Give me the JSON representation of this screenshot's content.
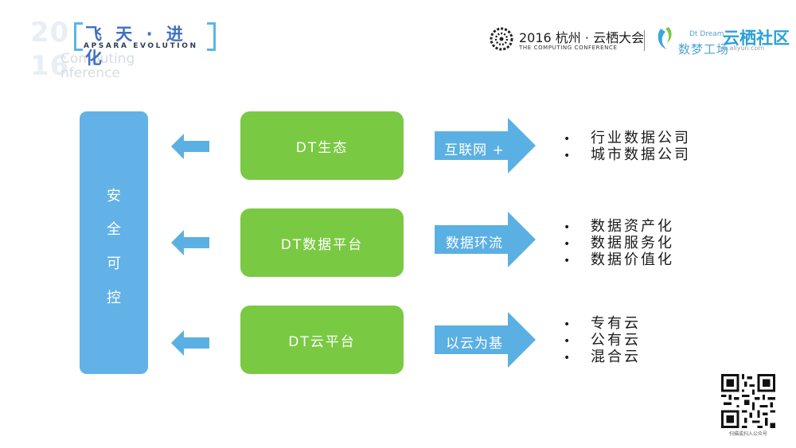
{
  "header": {
    "year_top": "20",
    "year_bottom": "16",
    "faded_line1": "Computing",
    "faded_line2": "nference",
    "motto": "飞 天 · 进 化",
    "motto_sub": "APSARA EVOLUTION",
    "conference_title": "2016 杭州 · 云栖大会",
    "conference_subtitle": "THE COMPUTING CONFERENCE",
    "dt_dream_en": "Dt Dream",
    "dt_dream_cn": "数梦工场",
    "community_title": "云栖社区",
    "community_url": "yq.aliyun.com"
  },
  "diagram": {
    "left_block": [
      "安",
      "全",
      "可",
      "控"
    ],
    "rows": [
      {
        "box": "DT生态",
        "arrow": "互联网 +",
        "items": [
          "行业数据公司",
          "城市数据公司"
        ]
      },
      {
        "box": "DT数据平台",
        "arrow": "数据环流",
        "items": [
          "数据资产化",
          "数据服务化",
          "数据价值化"
        ]
      },
      {
        "box": "DT云平台",
        "arrow": "以云为基",
        "items": [
          "专有云",
          "公有云",
          "混合云"
        ]
      }
    ],
    "bullet": "•"
  },
  "footer": {
    "qr_caption": "扫描或扫入公众号"
  },
  "colors": {
    "green": "#7ac943",
    "blue": "#62b2e8",
    "arrow_blue": "#5bb0e3"
  }
}
